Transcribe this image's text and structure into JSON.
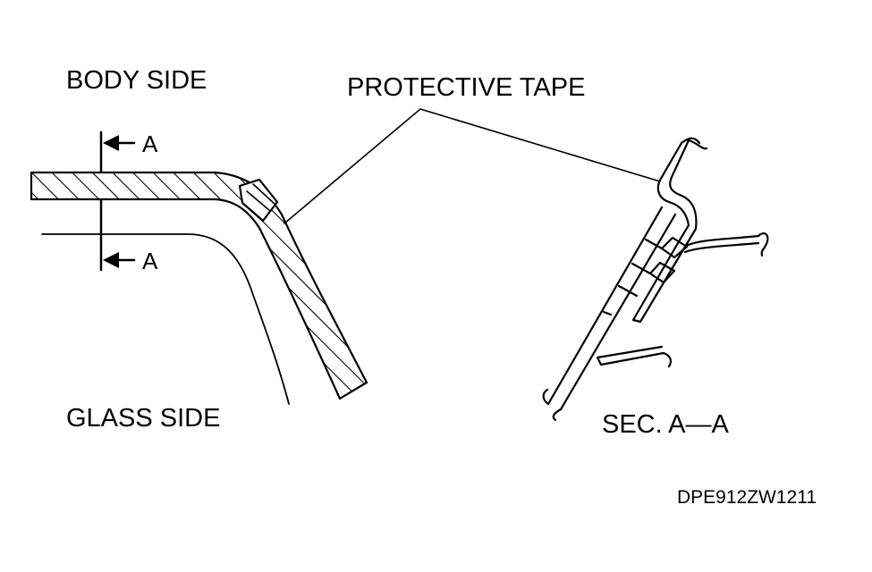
{
  "labels": {
    "body_side": "BODY SIDE",
    "protective_tape": "PROTECTIVE TAPE",
    "glass_side": "GLASS SIDE",
    "section": "SEC. A—A",
    "section_marker_top": "A",
    "section_marker_bottom": "A",
    "figure_code": "DPE912ZW1211"
  },
  "colors": {
    "ink": "#000000",
    "background": "#ffffff"
  }
}
